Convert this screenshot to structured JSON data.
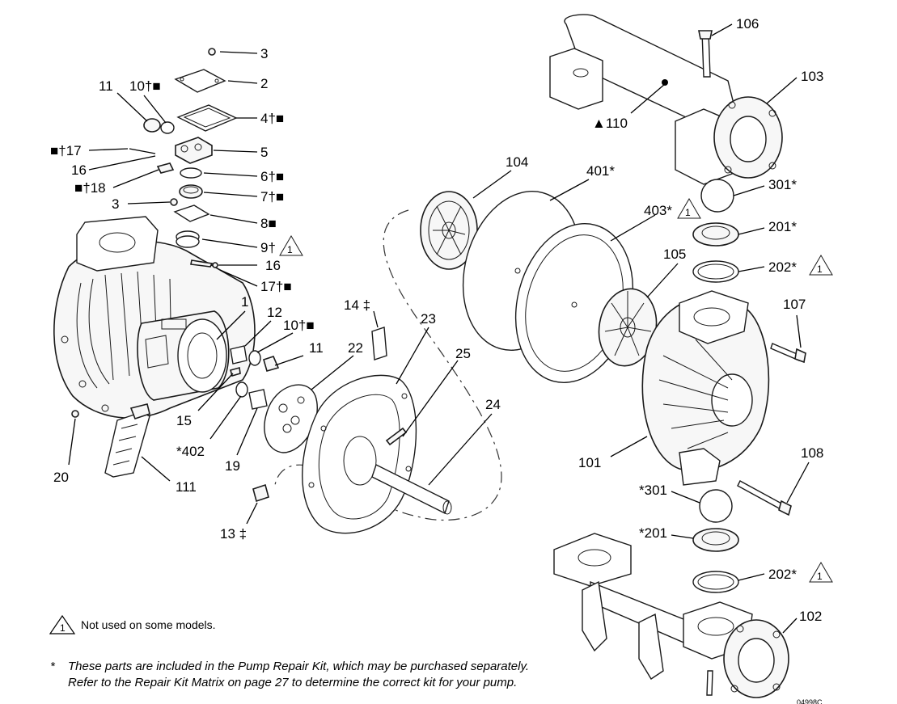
{
  "callouts": {
    "c3a": "3",
    "c2": "2",
    "c11a": "11",
    "c10a": "10†■",
    "c4": "4†■",
    "c5": "5",
    "c17a": "■†17",
    "c16a": "16",
    "c6": "6†■",
    "c18": "■†18",
    "c7": "7†■",
    "c3b": "3",
    "c8": "8■",
    "c9": "9†",
    "c16b": "16",
    "c17b": "17†■",
    "c1": "1",
    "c12": "12",
    "c10b": "10†■",
    "c11b": "11",
    "c15": "15",
    "c402": "*402",
    "c19": "19",
    "c20": "20",
    "c111": "111",
    "c22": "22",
    "c14": "14 ‡",
    "c13": "13 ‡",
    "c23": "23",
    "c25": "25",
    "c24": "24",
    "c104": "104",
    "c401": "401*",
    "c403": "403*",
    "c105": "105",
    "c106": "106",
    "c103": "103",
    "c110": "▲110",
    "c301a": "301*",
    "c201a": "201*",
    "c202a": "202*",
    "c107": "107",
    "c101": "101",
    "c108": "108",
    "c301b": "*301",
    "c201b": "*201",
    "c202b": "202*",
    "c102": "102"
  },
  "notes": {
    "symbol": "1",
    "not_used": "Not used on some models.",
    "kit_marker": "*",
    "kit_line1": "These parts are included in the Pump Repair Kit, which may be purchased separately.",
    "kit_line2": "Refer to the Repair Kit Matrix on page 27 to determine the correct kit for your pump.",
    "figure_id": "04998C"
  }
}
